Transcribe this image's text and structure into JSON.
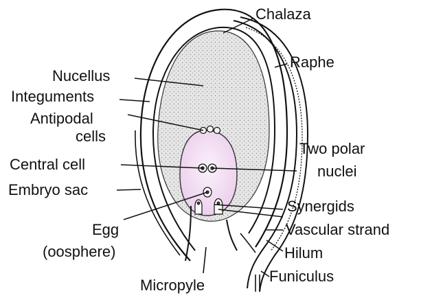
{
  "labels": {
    "chalaza": "Chalaza",
    "raphe": "Raphe",
    "nucellus": "Nucellus",
    "integuments": "Integuments",
    "antipodal_1": "Antipodal",
    "antipodal_2": "cells",
    "central_cell": "Central cell",
    "two_polar_1": "Two polar",
    "two_polar_2": "nuclei",
    "embryo_sac": "Embryo sac",
    "synergids": "Synergids",
    "vascular_strand": "Vascular strand",
    "egg_1": "Egg",
    "egg_2": "(oosphere)",
    "hilum": "Hilum",
    "funiculus": "Funiculus",
    "micropyle": "Micropyle"
  },
  "colors": {
    "ink": "#111111",
    "nucellus_fill": "#e4e4e4",
    "embryo_sac_fill": "#f3def3",
    "background": "#ffffff"
  }
}
